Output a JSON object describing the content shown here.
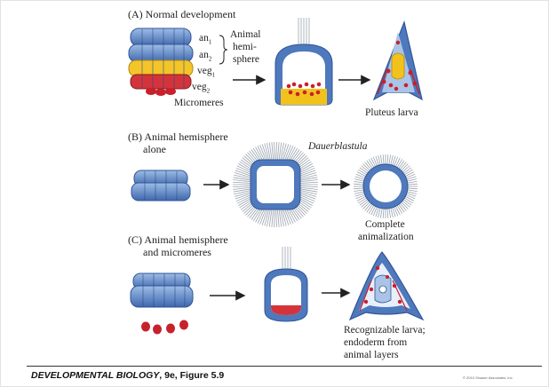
{
  "panel_a": {
    "heading": "(A) Normal development",
    "tier_an1": "an",
    "tier_an1_sub": "1",
    "tier_an2": "an",
    "tier_an2_sub": "2",
    "tier_veg1": "veg",
    "tier_veg1_sub": "1",
    "tier_veg2": "veg",
    "tier_veg2_sub": "2",
    "micromeres": "Micromeres",
    "bracket_label_1": "Animal",
    "bracket_label_2": "hemi-",
    "bracket_label_3": "sphere",
    "result": "Pluteus larva"
  },
  "panel_b": {
    "heading_1": "(B) Animal hemisphere",
    "heading_2": "alone",
    "dauer": "Dauerblastula",
    "result_1": "Complete",
    "result_2": "animalization"
  },
  "panel_c": {
    "heading_1": "(C) Animal hemisphere",
    "heading_2": "and micromeres",
    "result_1": "Recognizable larva;",
    "result_2": "endoderm from",
    "result_3": "animal layers"
  },
  "footer": {
    "book": "DEVELOPMENTAL BIOLOGY",
    "edition": ", 9e, Figure 5.9",
    "copyright": "© 2010 Sinauer Associates, Inc."
  },
  "colors": {
    "animal_blue": "#4f79bd",
    "animal_blue_light": "#a9c4e6",
    "vegetal_yellow": "#f2c21c",
    "vegetal_red": "#d3343b",
    "micromere_red": "#c8202c",
    "cilia": "#9aa3ad",
    "arrow": "#222222"
  }
}
